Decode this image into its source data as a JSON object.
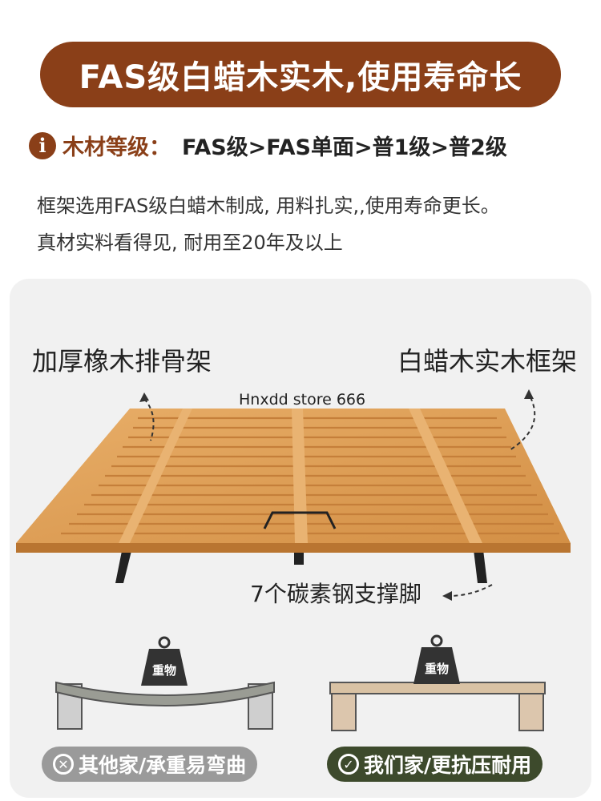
{
  "banner": {
    "title": "FAS级白蜡木实木,使用寿命长"
  },
  "grade": {
    "label": "木材等级：",
    "value": "FAS级>FAS单面>普1级>普2级"
  },
  "description": {
    "line1": "框架选用FAS级白蜡木制成, 用料扎实,,使用寿命更长。",
    "line2": "真材实料看得见, 耐用至20年及以上"
  },
  "callouts": {
    "left": "加厚橡木排骨架",
    "right": "白蜡木实木框架",
    "legs": "7个碳素钢支撑脚"
  },
  "watermark": "Hnxdd store 666",
  "compare": {
    "weight_label": "重物",
    "bad_label": "其他家/承重易弯曲",
    "good_label": "我们家/更抗压耐用"
  },
  "colors": {
    "accent": "#8a3f18",
    "bad_pill": "#9a9a9a",
    "good_pill": "#3d4a2c",
    "wood": "#e2a45e"
  }
}
